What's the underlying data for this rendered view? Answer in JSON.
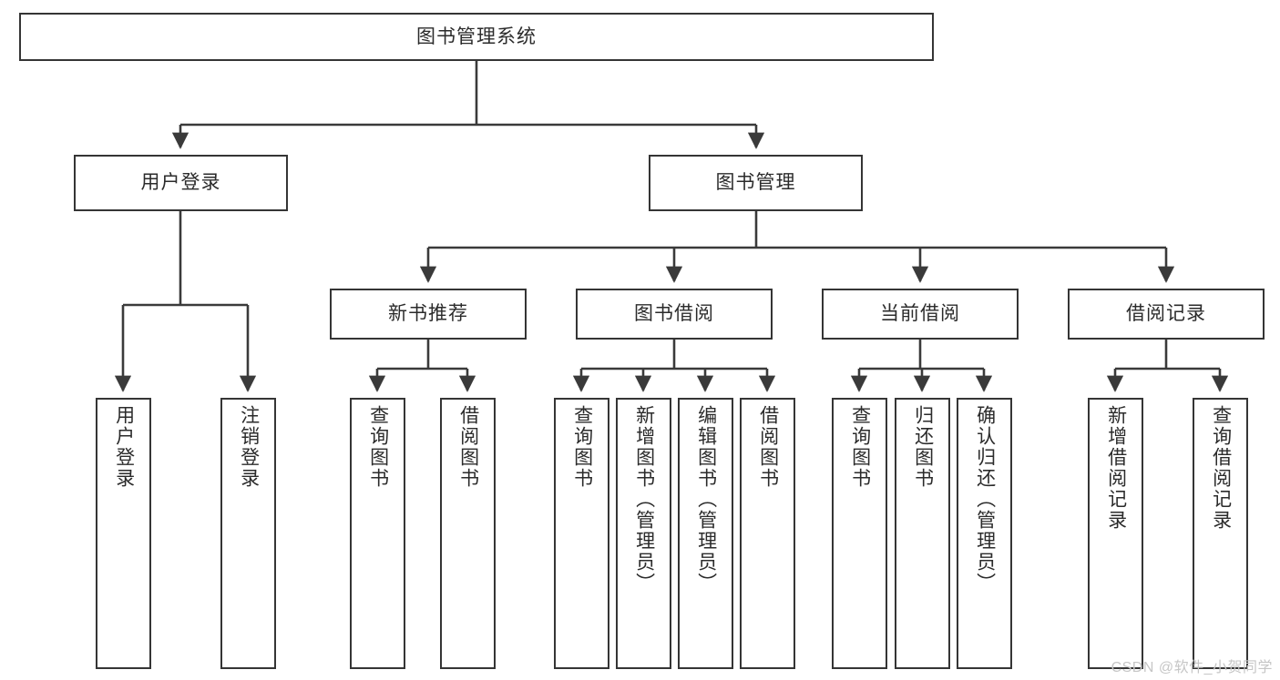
{
  "diagram": {
    "title": "图书管理系统",
    "type": "tree",
    "watermark": "CSDN @软件_小贺同学",
    "style": {
      "box_border_color": "#353535",
      "box_fill": "#ffffff",
      "line_color": "#3a3a3a",
      "text_color": "#2b2b2b",
      "watermark_color": "#c6c6c6",
      "background": "#ffffff"
    },
    "nodes": {
      "root": {
        "label": "图书管理系统"
      },
      "level2": [
        {
          "id": "user-login",
          "label": "用户登录"
        },
        {
          "id": "book-manage",
          "label": "图书管理"
        }
      ],
      "level3": [
        {
          "id": "new-book-recommend",
          "label": "新书推荐"
        },
        {
          "id": "book-borrow",
          "label": "图书借阅"
        },
        {
          "id": "current-borrow",
          "label": "当前借阅"
        },
        {
          "id": "borrow-record",
          "label": "借阅记录"
        }
      ],
      "leaves": {
        "user_login": [
          {
            "id": "leaf-user-login",
            "label": "用户登录"
          },
          {
            "id": "leaf-logout-login",
            "label": "注销登录"
          }
        ],
        "new_book_recommend": [
          {
            "id": "leaf-query-book-1",
            "label": "查询图书"
          },
          {
            "id": "leaf-borrow-book-1",
            "label": "借阅图书"
          }
        ],
        "book_borrow": [
          {
            "id": "leaf-query-book-2",
            "label": "查询图书"
          },
          {
            "id": "leaf-add-book-admin",
            "label": "新增图书（管理员）"
          },
          {
            "id": "leaf-edit-book-admin",
            "label": "编辑图书（管理员）"
          },
          {
            "id": "leaf-borrow-book-2",
            "label": "借阅图书"
          }
        ],
        "current_borrow": [
          {
            "id": "leaf-query-book-3",
            "label": "查询图书"
          },
          {
            "id": "leaf-return-book",
            "label": "归还图书"
          },
          {
            "id": "leaf-confirm-return-admin",
            "label": "确认归还（管理员）"
          }
        ],
        "borrow_record": [
          {
            "id": "leaf-add-borrow-record",
            "label": "新增借阅记录"
          },
          {
            "id": "leaf-query-borrow-record",
            "label": "查询借阅记录"
          }
        ]
      }
    }
  }
}
